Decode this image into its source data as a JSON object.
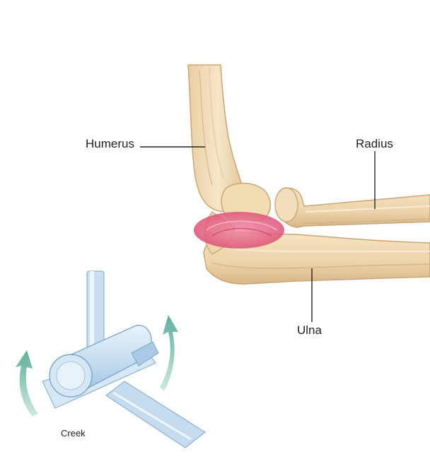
{
  "labels": {
    "humerus": "Humerus",
    "radius": "Radius",
    "ulna": "Ulna",
    "hinge_model": "Creek"
  },
  "colors": {
    "bone_fill": "#f3dfbd",
    "bone_shade": "#dcb98a",
    "joint_highlight": "#e0527a",
    "model_blue": "#bcd9ef",
    "model_outline": "#7aa6c8",
    "rotation_arrow": "#6fb9a8",
    "leader_line": "#222222"
  },
  "icons": {
    "hinge_model": "hinge-joint-model-icon",
    "rotation_arrows": "curved-arrow-icon"
  }
}
